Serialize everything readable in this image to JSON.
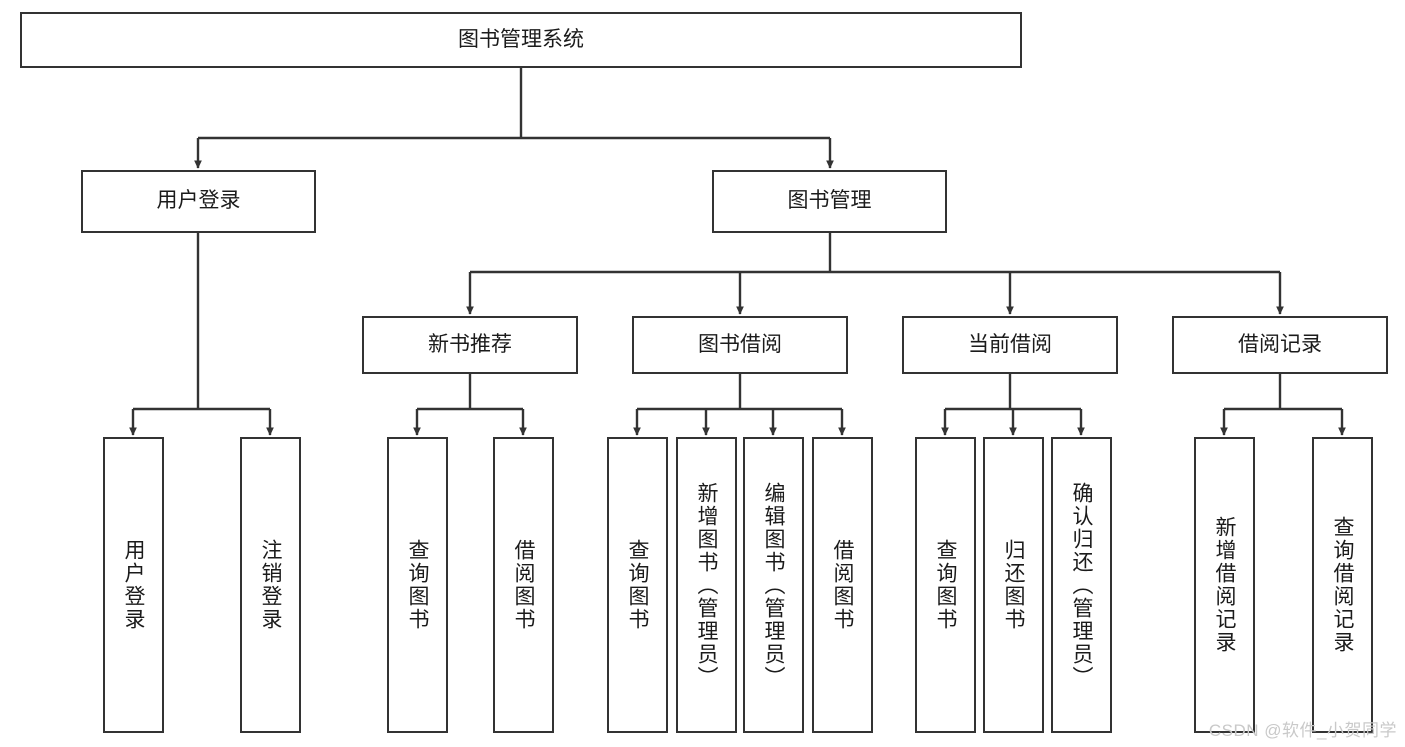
{
  "diagram": {
    "title": "图书管理系统",
    "type": "tree-hierarchy-diagram",
    "colors": {
      "background": "#ffffff",
      "box_border": "#333333",
      "box_fill": "#ffffff",
      "connector": "#333333",
      "text": "#1b1b1b",
      "watermark": "#c9c9c9"
    },
    "root": {
      "label": "图书管理系统"
    },
    "level2": [
      {
        "label": "用户登录"
      },
      {
        "label": "图书管理"
      }
    ],
    "level3": [
      {
        "label": "新书推荐"
      },
      {
        "label": "图书借阅"
      },
      {
        "label": "当前借阅"
      },
      {
        "label": "借阅记录"
      }
    ],
    "leaves": {
      "user_login": [
        {
          "label": "用户登录"
        },
        {
          "label": "注销登录"
        }
      ],
      "new_book_recommend": [
        {
          "label": "查询图书"
        },
        {
          "label": "借阅图书"
        }
      ],
      "book_borrow": [
        {
          "label": "查询图书"
        },
        {
          "label": "新增图书（管理员）"
        },
        {
          "label": "编辑图书（管理员）"
        },
        {
          "label": "借阅图书"
        }
      ],
      "current_borrow": [
        {
          "label": "查询图书"
        },
        {
          "label": "归还图书"
        },
        {
          "label": "确认归还（管理员）"
        }
      ],
      "borrow_record": [
        {
          "label": "新增借阅记录"
        },
        {
          "label": "查询借阅记录"
        }
      ]
    },
    "watermark": "CSDN @软件_小贺同学"
  }
}
